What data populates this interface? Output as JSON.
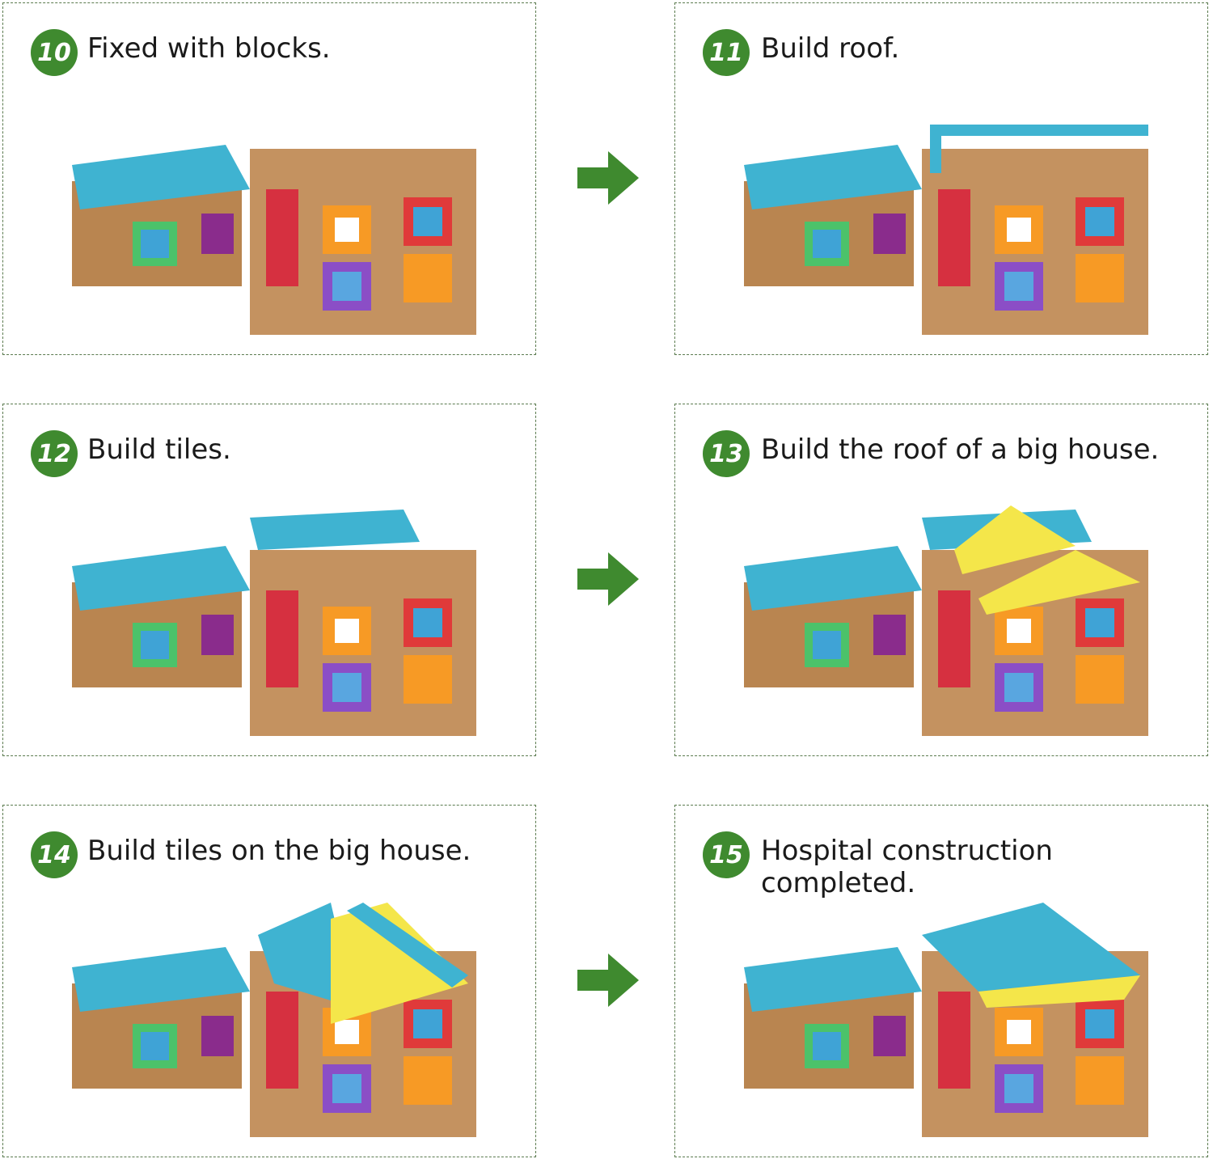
{
  "colors": {
    "accent": "#3f8a2f",
    "border": "#5a7a4e",
    "roof": "#3fb3d1",
    "wood": "#b98550",
    "yellow": "#f4e64a"
  },
  "steps": [
    {
      "number": "10",
      "title": "Fixed with blocks.",
      "roof": "none"
    },
    {
      "number": "11",
      "title": "Build roof.",
      "roof": "frame"
    },
    {
      "number": "12",
      "title": "Build tiles.",
      "roof": "tiles-back"
    },
    {
      "number": "13",
      "title": "Build the roof of a big house.",
      "roof": "yellow"
    },
    {
      "number": "14",
      "title": "Build tiles on the big house.",
      "roof": "partial"
    },
    {
      "number": "15",
      "title": "Hospital construction completed.",
      "roof": "full"
    }
  ]
}
